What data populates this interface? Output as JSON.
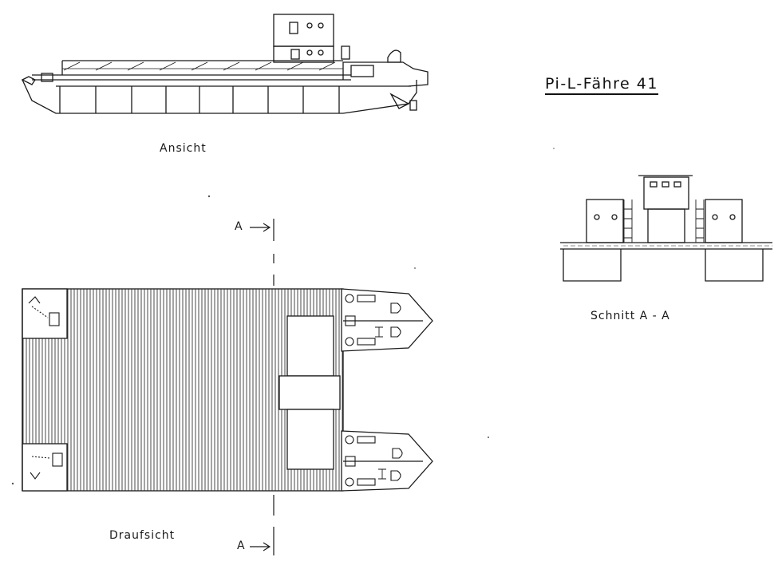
{
  "drawing": {
    "title": "Pi-L-Fähre 41",
    "views": {
      "side": {
        "label": "Ansicht"
      },
      "top": {
        "label": "Draufsicht"
      },
      "section": {
        "label": "Schnitt  A - A"
      }
    },
    "section_marker": {
      "letter": "A"
    },
    "colors": {
      "line": "#1a1a1a",
      "paper": "#ffffff"
    }
  }
}
